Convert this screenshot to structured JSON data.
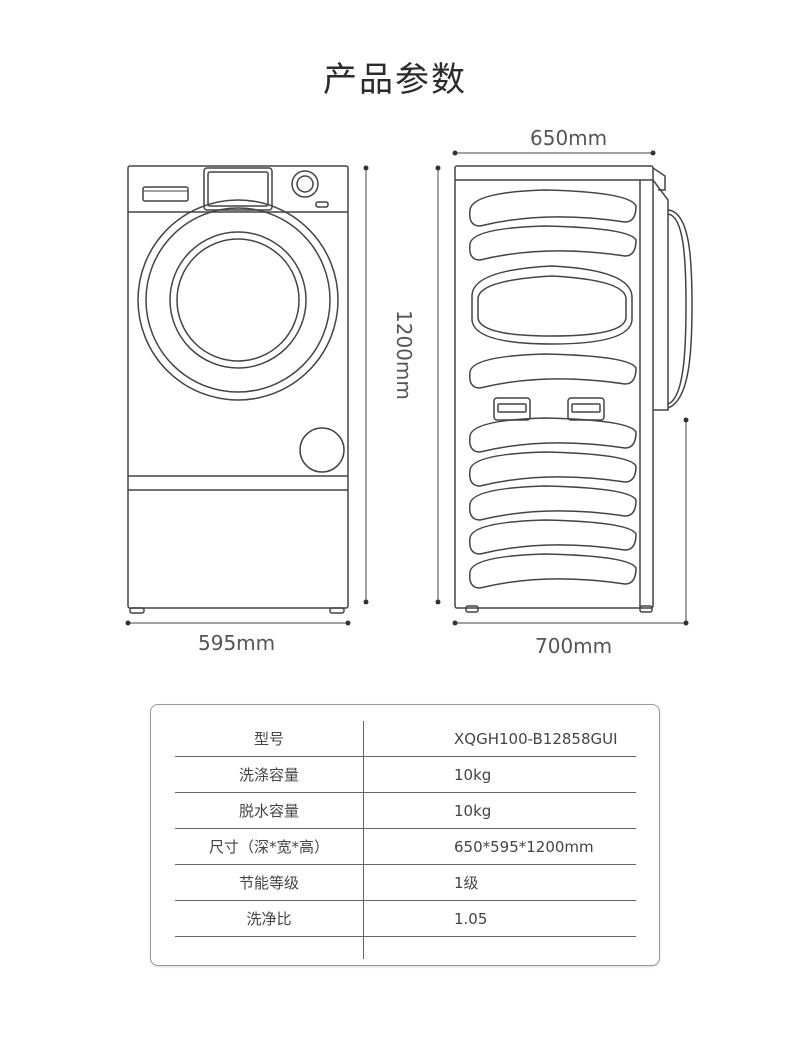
{
  "page": {
    "title": "产品参数"
  },
  "dimensions": {
    "depth": "650mm",
    "height": "1200mm",
    "width": "595mm",
    "depth_door_open": "700mm"
  },
  "specs": [
    {
      "label": "型号",
      "value": "XQGH100-B12858GUI"
    },
    {
      "label": "洗涤容量",
      "value": "10kg"
    },
    {
      "label": "脱水容量",
      "value": "10kg"
    },
    {
      "label": "尺寸（深*宽*高）",
      "value": "650*595*1200mm"
    },
    {
      "label": "节能等级",
      "value": "1级"
    },
    {
      "label": "洗净比",
      "value": "1.05"
    }
  ],
  "colors": {
    "line": "#444444",
    "text": "#333333",
    "border": "#999999"
  }
}
